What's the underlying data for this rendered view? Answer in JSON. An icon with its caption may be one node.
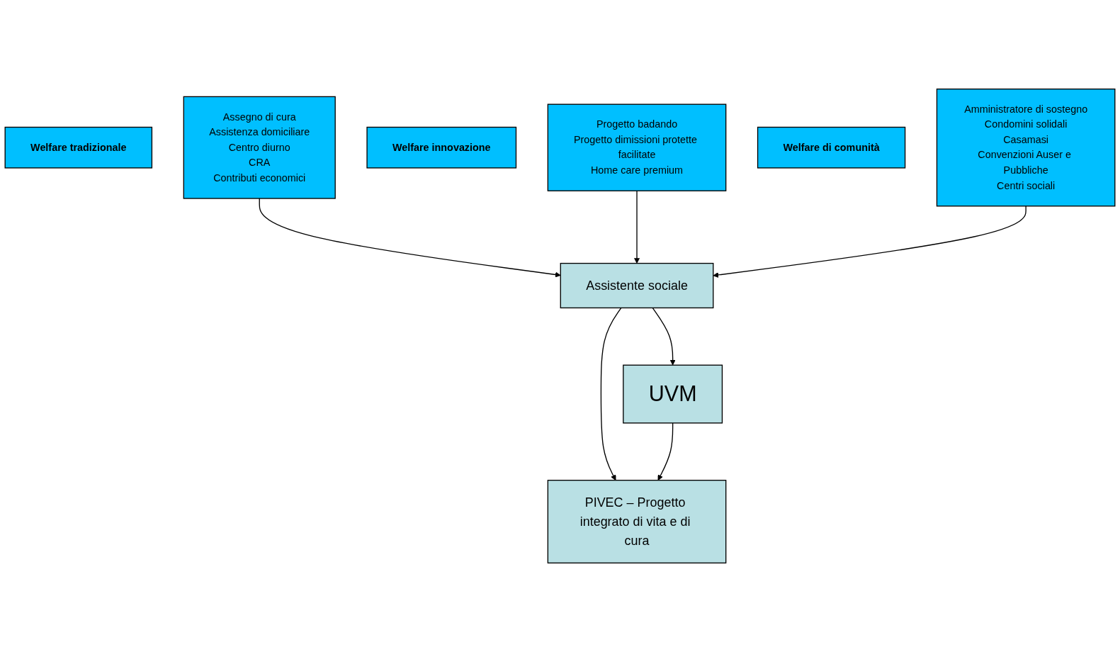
{
  "diagram": {
    "nodes": [
      {
        "text": [
          "Welfare tradizionale"
        ]
      },
      {
        "text": [
          "Welfare innovazione"
        ]
      },
      {
        "text": [
          "Welfare di comunità"
        ]
      },
      {
        "text": [
          "Assegno di cura",
          "Assistenza domiciliare",
          "Centro diurno",
          "CRA",
          "Contributi economici"
        ]
      },
      {
        "text": [
          "Progetto badando",
          "Progetto dimissioni protette facilitate",
          "Home care premium"
        ]
      },
      {
        "text": [
          "Amministratore di sostegno",
          "Condomini solidali",
          "Casamasi",
          "Convenzioni Auser e Pubbliche",
          "Centri sociali"
        ]
      },
      {
        "text": [
          "Assistente sociale"
        ]
      },
      {
        "text": [
          "UVM"
        ]
      },
      {
        "text": [
          "PIVEC – Progetto integrato di vita e di cura"
        ]
      }
    ],
    "edges": [
      {
        "from": 3,
        "to": 6,
        "arrow": "to"
      },
      {
        "from": 4,
        "to": 6,
        "arrow": "to"
      },
      {
        "from": 5,
        "to": 6,
        "arrow": "to"
      },
      {
        "from": 6,
        "to": 8,
        "arrow": "to"
      },
      {
        "from": 6,
        "to": 7,
        "arrow": "to"
      },
      {
        "from": 7,
        "to": 8,
        "arrow": "to"
      }
    ]
  }
}
